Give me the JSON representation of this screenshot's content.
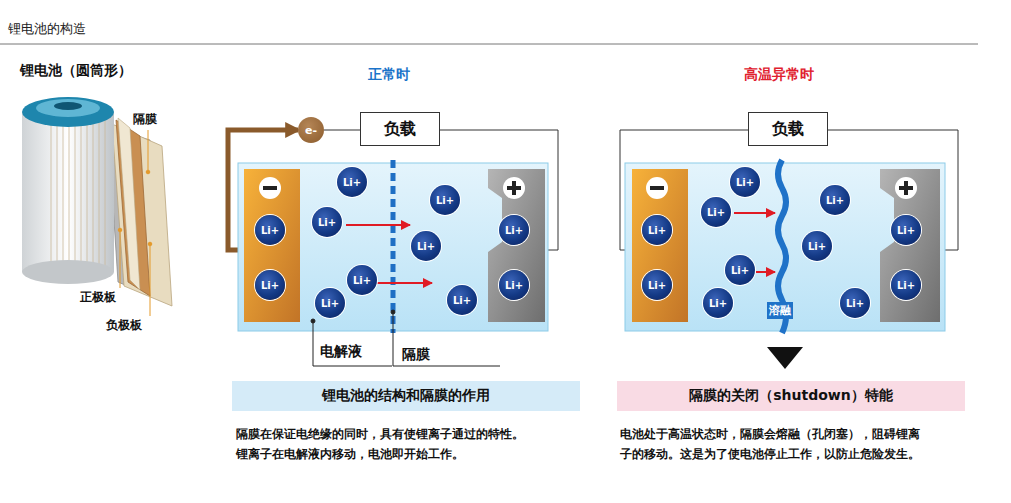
{
  "diagram": {
    "title": "锂电池的构造",
    "nodes": [
      {
        "text": [
          "e-"
        ]
      },
      {
        "text": [
          "负载"
        ]
      },
      {
        "text": [
          "Li+"
        ]
      },
      {
        "text": [
          "Li+"
        ]
      },
      {
        "text": [
          "Li+"
        ]
      },
      {
        "text": [
          "Li+"
        ]
      },
      {
        "text": [
          "Li+"
        ]
      },
      {
        "text": [
          "Li+"
        ]
      },
      {
        "text": [
          "Li+"
        ]
      },
      {
        "text": [
          "Li+"
        ]
      },
      {
        "text": [
          "Li+"
        ]
      },
      {
        "text": [
          "Li+"
        ]
      },
      {
        "text": [
          "Li+"
        ]
      },
      {
        "text": [
          "锂电池的结构和隔膜的作用"
        ]
      },
      {
        "text": [
          "负载"
        ]
      },
      {
        "text": [
          "Li+"
        ]
      },
      {
        "text": [
          "Li+"
        ]
      },
      {
        "text": [
          "Li+"
        ]
      },
      {
        "text": [
          "Li+"
        ]
      },
      {
        "text": [
          "Li+"
        ]
      },
      {
        "text": [
          "Li+"
        ]
      },
      {
        "text": [
          "Li+"
        ]
      },
      {
        "text": [
          "Li+"
        ]
      },
      {
        "text": [
          "Li+"
        ]
      },
      {
        "text": [
          "Li+"
        ]
      },
      {
        "text": [
          "Li+"
        ]
      },
      {
        "text": [
          "隔膜的关闭（shutdown）特能"
        ]
      }
    ],
    "edges": [
      {
        "from": 0,
        "to": 1,
        "arrow": "none"
      }
    ],
    "labels": [
      "锂电池（圆筒形）",
      "隔膜",
      "正极板",
      "负极板",
      "正常时",
      "电解液",
      "隔膜",
      "隔膜在保证电绝缘的同时，具有使锂离子通过的特性。 锂离子在电解液内移动，电池即开始工作。",
      "高温异常时",
      "溶融",
      "电池处于高温状态时，隔膜会熔融（孔闭塞），阻碍锂离 子的移动。这是为了使电池停止工作，以防止危险发生。"
    ]
  }
}
